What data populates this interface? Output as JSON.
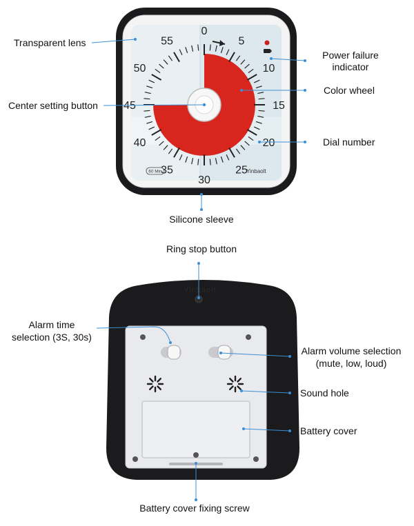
{
  "front_labels": {
    "transparent_lens": "Transparent lens",
    "power_failure_line1": "Power failure",
    "power_failure_line2": "indicator",
    "color_wheel": "Color wheel",
    "center_setting_button": "Center setting button",
    "dial_number": "Dial number",
    "silicone_sleeve": "Silicone sleeve"
  },
  "dial": {
    "numbers": [
      "0",
      "5",
      "10",
      "15",
      "20",
      "25",
      "30",
      "35",
      "40",
      "45",
      "50",
      "55"
    ],
    "brand": "Yinbaolt",
    "badge": "60 Min",
    "set_minutes": 45,
    "wheel_color": "#d8261f"
  },
  "back_labels": {
    "ring_stop_button": "Ring stop button",
    "alarm_time_line1": "Alarm time",
    "alarm_time_line2": "selection (3S, 30s)",
    "alarm_volume_line1": "Alarm volume selection",
    "alarm_volume_line2": "(mute, low, loud)",
    "sound_hole": "Sound hole",
    "battery_cover": "Battery cover",
    "battery_cover_screw": "Battery cover fixing screw"
  },
  "back_emboss": "Yinbaolt",
  "colors": {
    "leader": "#3b8fd6",
    "sleeve": "#1b1b1d",
    "panel": "#e9eaee",
    "lens": "#dde8ee"
  }
}
